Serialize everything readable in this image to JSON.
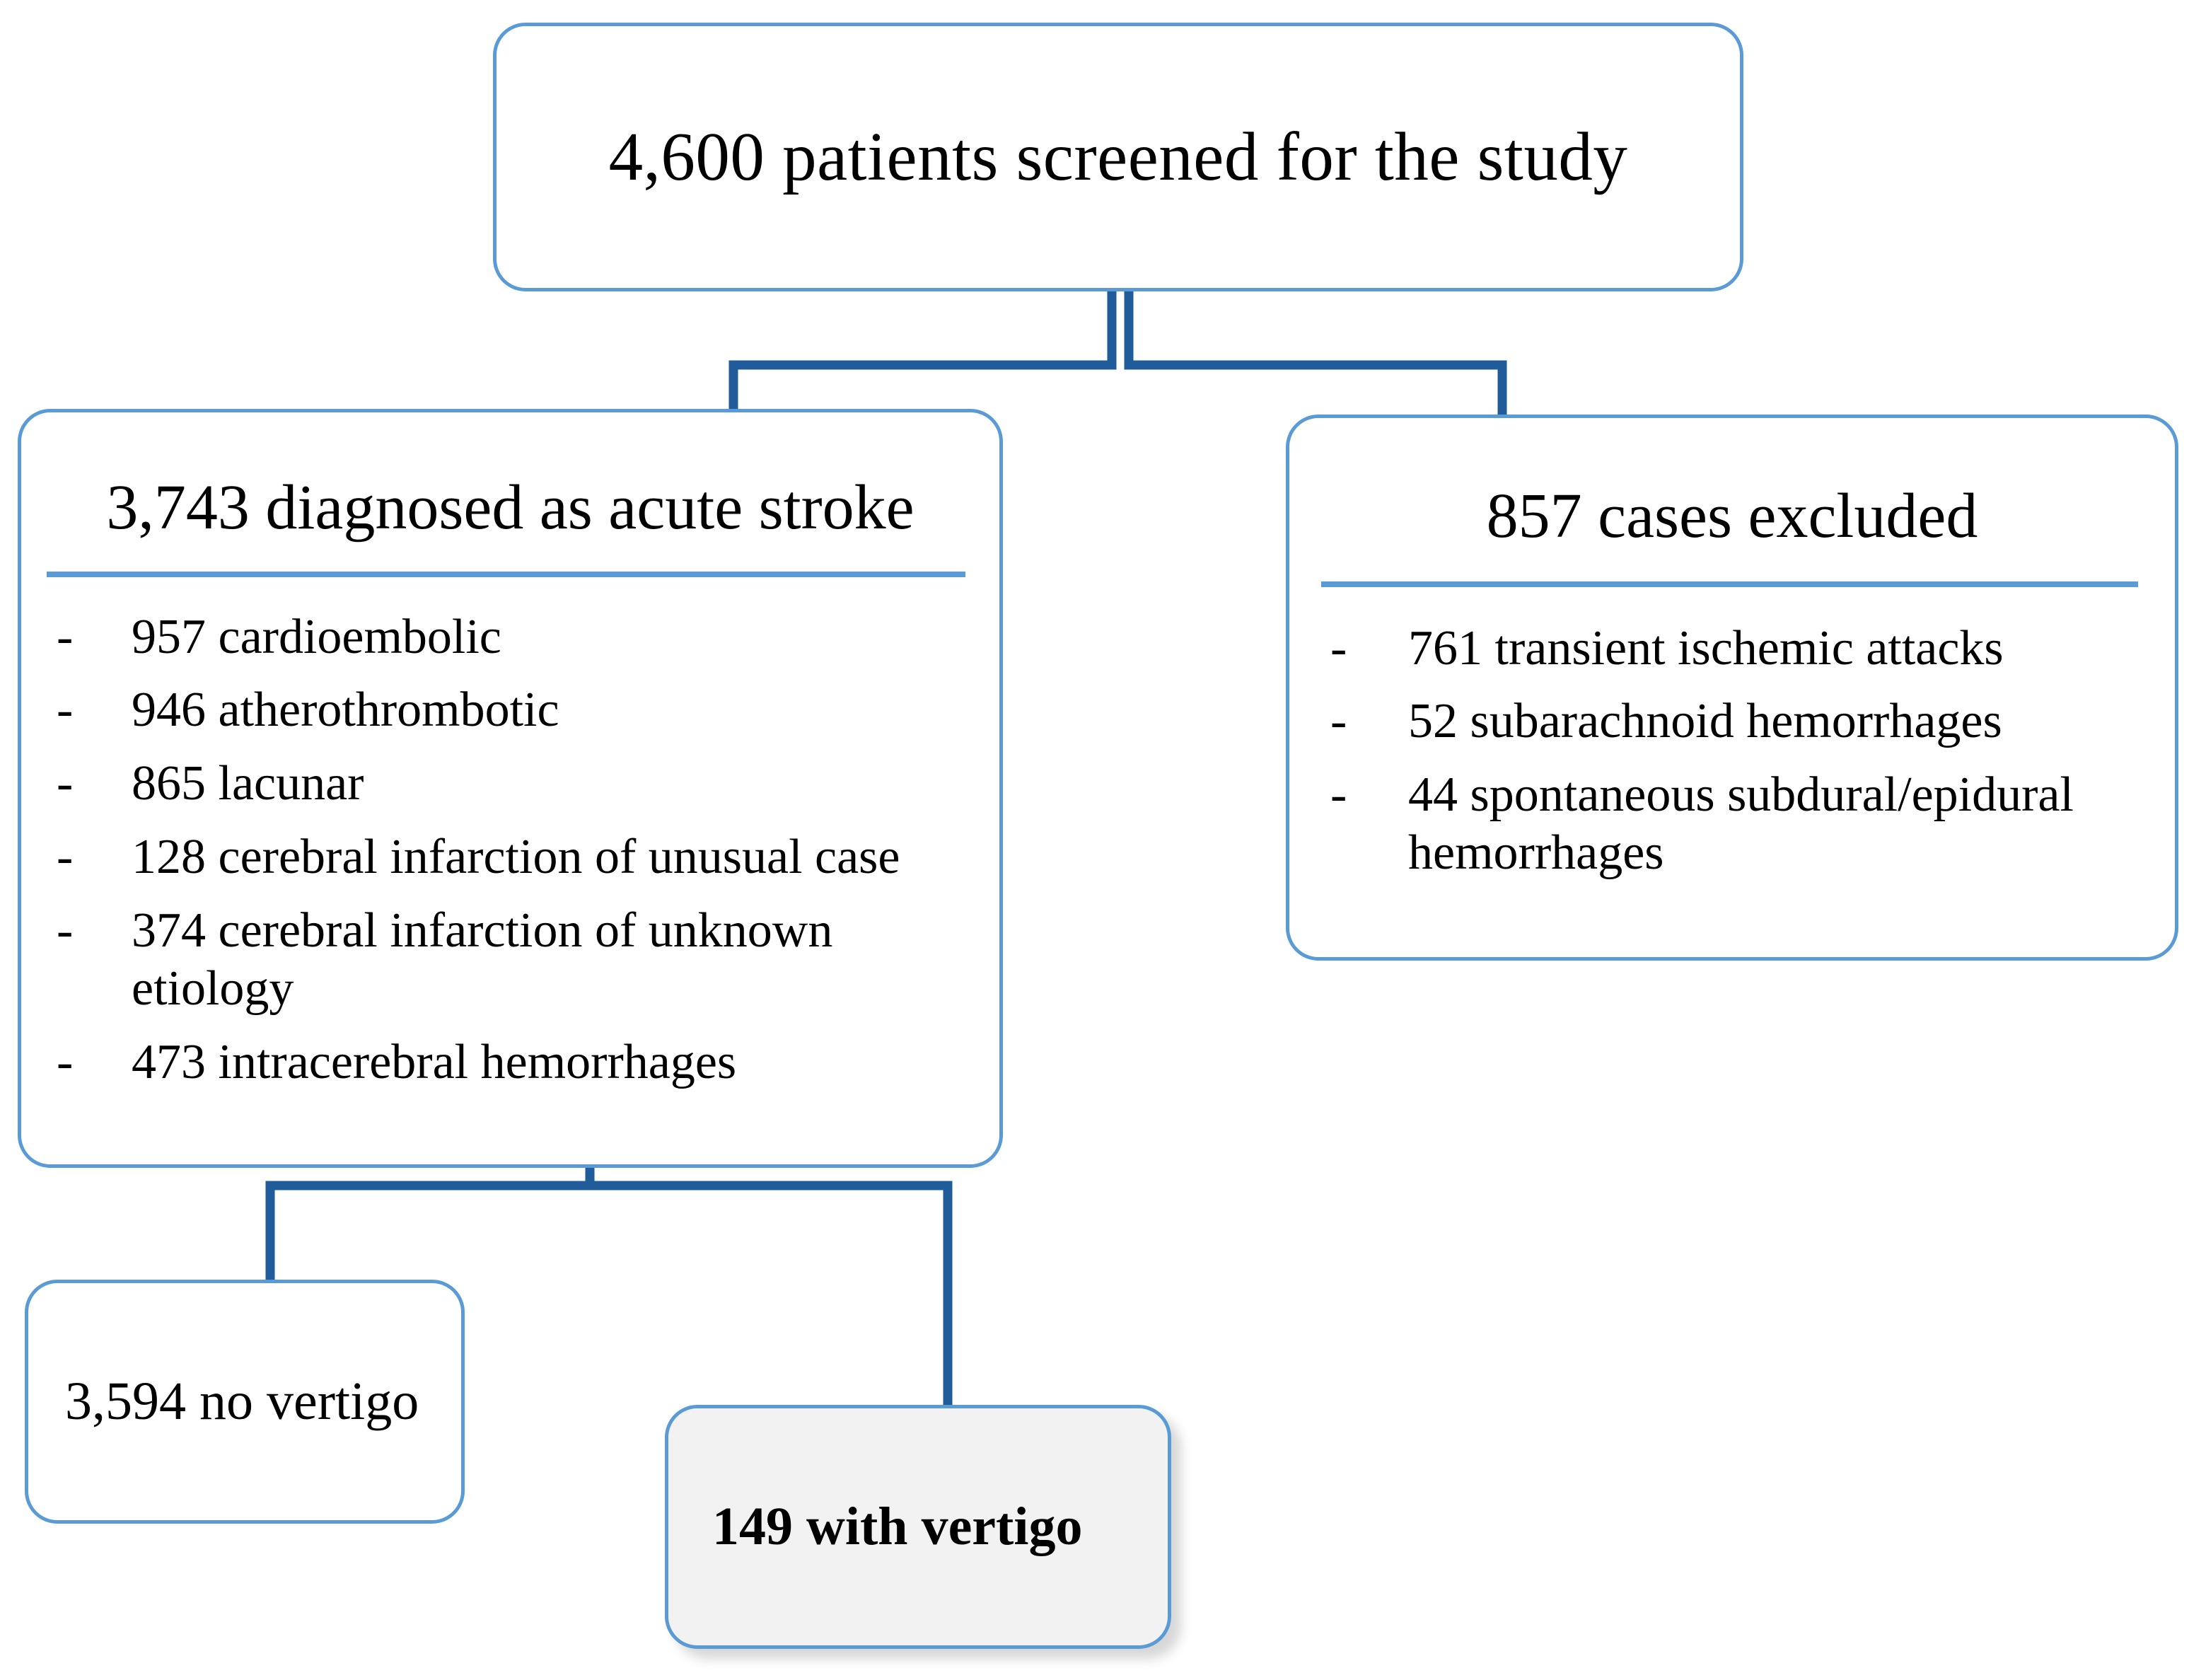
{
  "diagram": {
    "type": "flowchart",
    "title": "Patient screening and stroke classification flow",
    "colors": {
      "box_border": "#5b9bd5",
      "connector": "#1f5c99",
      "divider": "#5b9bd5",
      "highlight_fill": "#f2f2f2",
      "box_fill": "#ffffff",
      "text": "#000000"
    },
    "nodes": {
      "screened": {
        "label": "4,600 patients screened  for the study",
        "count": 4600
      },
      "stroke": {
        "title": "3,743 diagnosed  as acute stroke",
        "count": 3743,
        "items": [
          {
            "dash": "-",
            "text": "957 cardioembolic",
            "count": 957
          },
          {
            "dash": "-",
            "text": "946 atherothrombotic",
            "count": 946
          },
          {
            "dash": "-",
            "text": "865 lacunar",
            "count": 865
          },
          {
            "dash": "-",
            "text": "128 cerebral infarction  of unusual case",
            "count": 128
          },
          {
            "dash": "-",
            "text": "374 cerebral infarction  of unknown etiology",
            "count": 374
          },
          {
            "dash": "-",
            "text": "473 intracerebral  hemorrhages",
            "count": 473
          }
        ]
      },
      "excluded": {
        "title": "857 cases excluded",
        "count": 857,
        "items": [
          {
            "dash": "-",
            "text": "761 transient ischemic attacks",
            "count": 761
          },
          {
            "dash": "-",
            "text": "52 subarachnoid hemorrhages",
            "count": 52
          },
          {
            "dash": "-",
            "text": "44 spontaneous subdural/epidural hemorrhages",
            "count": 44
          }
        ]
      },
      "no_vertigo": {
        "label": "3,594 no vertigo",
        "count": 3594
      },
      "with_vertigo": {
        "label": "149 with vertigo",
        "count": 149
      }
    }
  }
}
